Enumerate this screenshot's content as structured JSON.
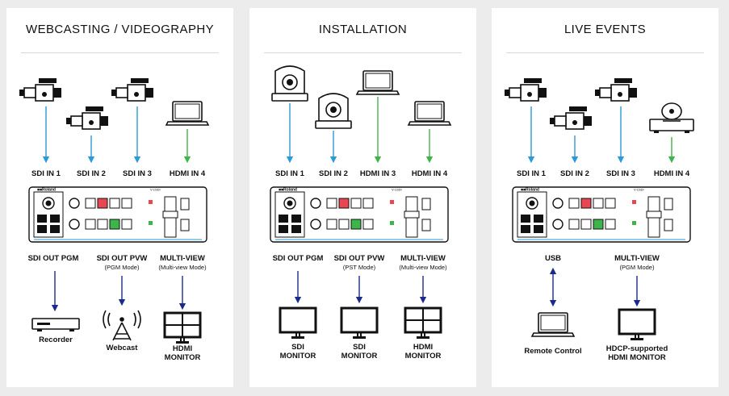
{
  "panels": [
    {
      "title": "WEBCASTING / VIDEOGRAPHY",
      "inputs": [
        "SDI IN 1",
        "SDI IN 2",
        "SDI IN 3",
        "HDMI IN 4"
      ],
      "outputs": [
        {
          "label": "SDI OUT PGM",
          "mode": "",
          "device": "Recorder",
          "device2": ""
        },
        {
          "label": "SDI OUT PVW",
          "mode": "(PGM Mode)",
          "device": "Webcast",
          "device2": ""
        },
        {
          "label": "MULTI-VIEW",
          "mode": "(Multi-view Mode)",
          "device": "HDMI",
          "device2": "MONITOR"
        }
      ]
    },
    {
      "title": "INSTALLATION",
      "inputs": [
        "SDI IN 1",
        "SDI IN 2",
        "HDMI IN 3",
        "HDMI IN 4"
      ],
      "outputs": [
        {
          "label": "SDI OUT PGM",
          "mode": "",
          "device": "SDI",
          "device2": "MONITOR"
        },
        {
          "label": "SDI OUT PVW",
          "mode": "(PST Mode)",
          "device": "SDI",
          "device2": "MONITOR"
        },
        {
          "label": "MULTI-VIEW",
          "mode": "(Multi-view Mode)",
          "device": "HDMI",
          "device2": "MONITOR"
        }
      ]
    },
    {
      "title": "LIVE EVENTS",
      "inputs": [
        "SDI IN 1",
        "SDI IN 2",
        "SDI IN 3",
        "HDMI IN 4"
      ],
      "outputs": [
        {
          "label": "USB",
          "mode": "",
          "device": "Remote Control",
          "device2": ""
        },
        {
          "label": "MULTI-VIEW",
          "mode": "(PGM Mode)",
          "device": "HDCP-supported",
          "device2": "HDMI MONITOR"
        }
      ]
    }
  ],
  "switcher": {
    "brand": "Roland",
    "model": "V-1SDI"
  },
  "colors": {
    "sdi": "#2b9ad6",
    "hdmi": "#3db54a",
    "output": "#1c2a8c",
    "background": "#ececec",
    "panel": "#ffffff"
  },
  "icons": {
    "panel1_sources": [
      "camcorder-icon",
      "camcorder-icon",
      "camcorder-icon",
      "laptop-icon"
    ],
    "panel2_sources": [
      "ptz-camera-icon",
      "ptz-camera-icon",
      "laptop-icon",
      "laptop-icon"
    ],
    "panel3_sources": [
      "camcorder-icon",
      "camcorder-icon",
      "camcorder-icon",
      "bluray-player-icon"
    ]
  }
}
